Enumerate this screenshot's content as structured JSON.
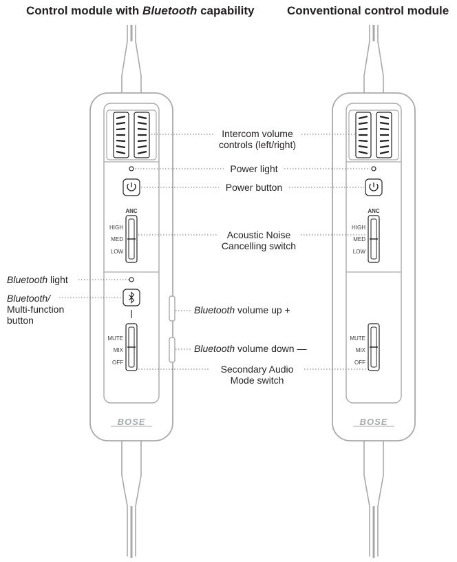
{
  "headers": {
    "bluetooth_module_pre": "Control module with ",
    "bluetooth_module_italic": "Bluetooth",
    "bluetooth_module_post": " capability",
    "conventional_module": "Conventional control module"
  },
  "callouts": {
    "intercom_volume": [
      "Intercom volume",
      "controls (left/right)"
    ],
    "power_light": "Power light",
    "power_button": "Power button",
    "anc_switch": [
      "Acoustic Noise",
      "Cancelling switch"
    ],
    "bt_light_italic": "Bluetooth",
    "bt_light_rest": " light",
    "bt_button_italic": "Bluetooth",
    "bt_button_rest": "/",
    "bt_button_line2": "Multi-function",
    "bt_button_line3": "button",
    "bt_vol_up_italic": "Bluetooth",
    "bt_vol_up_rest": " volume up +",
    "bt_vol_down_italic": "Bluetooth",
    "bt_vol_down_rest": " volume down —",
    "secondary_audio": [
      "Secondary Audio",
      "Mode switch"
    ]
  },
  "device_labels": {
    "anc": "ANC",
    "high": "HIGH",
    "med": "MED",
    "low": "LOW",
    "mute": "MUTE",
    "mix": "MIX",
    "off": "OFF",
    "brand": "BOSE"
  },
  "colors": {
    "outline": "#a7a9ac",
    "dark": "#231f20",
    "leader": "#6d6e71"
  }
}
